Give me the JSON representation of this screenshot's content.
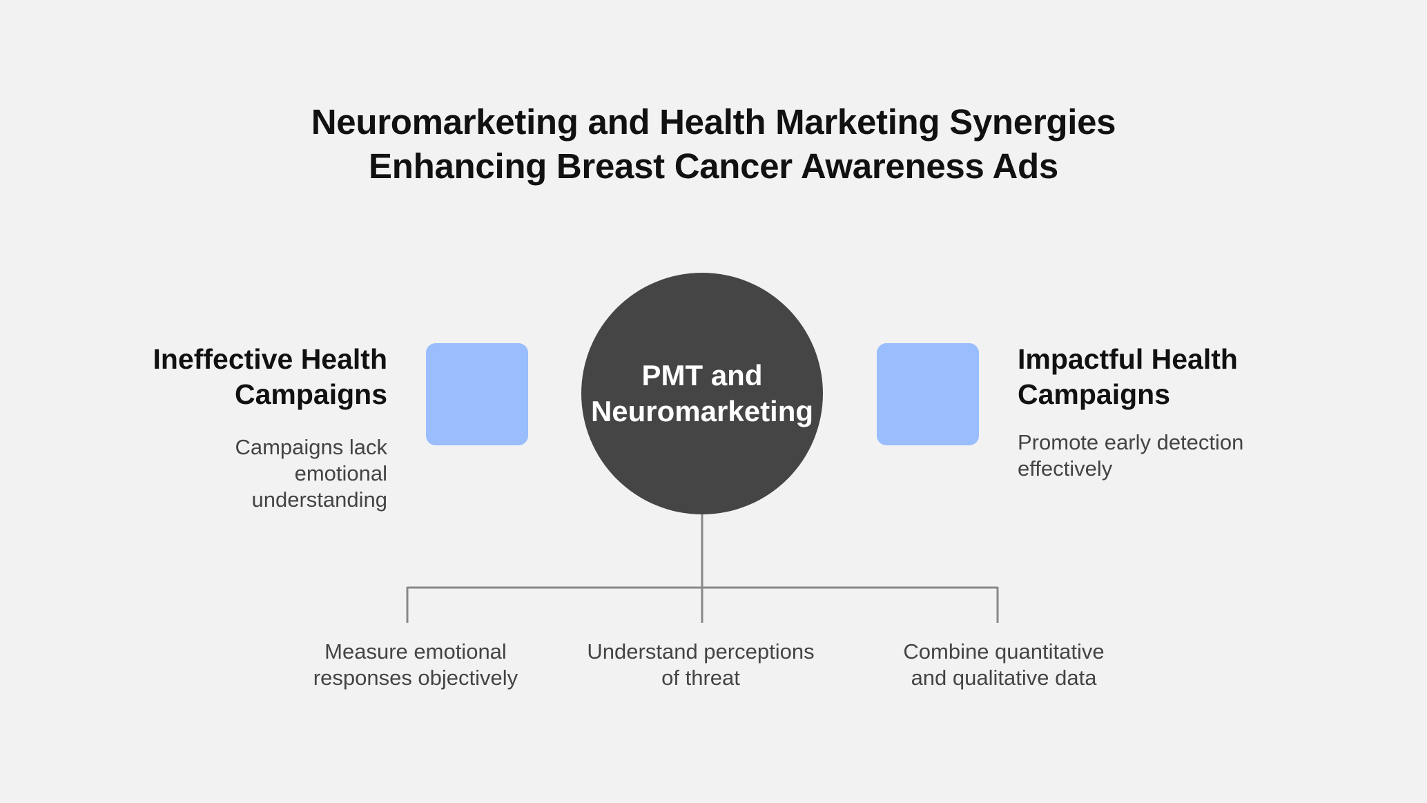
{
  "title": {
    "line1": "Neuromarketing and Health Marketing Synergies",
    "line2": "Enhancing Breast Cancer Awareness Ads"
  },
  "hub": {
    "line1": "PMT and",
    "line2": "Neuromarketing"
  },
  "left": {
    "title_line1": "Ineffective Health",
    "title_line2": "Campaigns",
    "desc_line1": "Campaigns lack",
    "desc_line2": "emotional",
    "desc_line3": "understanding"
  },
  "right": {
    "title_line1": "Impactful Health",
    "title_line2": "Campaigns",
    "desc_line1": "Promote early detection",
    "desc_line2": "effectively"
  },
  "branches": [
    {
      "line1": "Measure emotional",
      "line2": "responses objectively"
    },
    {
      "line1": "Understand perceptions",
      "line2": "of threat"
    },
    {
      "line1": "Combine quantitative",
      "line2": "and qualitative data"
    }
  ],
  "colors": {
    "background": "#f2f2f2",
    "hub": "#454545",
    "square": "#99bdfd",
    "connector": "#888888"
  }
}
